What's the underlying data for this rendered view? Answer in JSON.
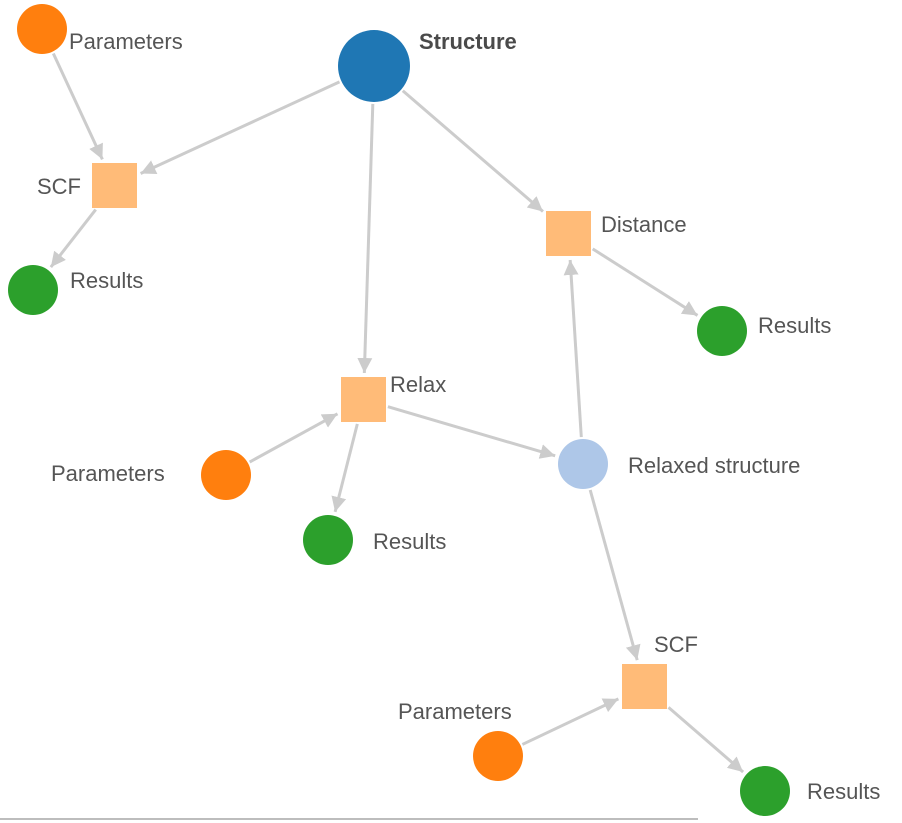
{
  "colors": {
    "structure": "#1f77b4",
    "parameters": "#ff7f0e",
    "process": "#ffbb78",
    "results": "#2ca02c",
    "relaxed_structure": "#aec7e8",
    "edge": "#cccccc",
    "label": "#555555"
  },
  "nodes": {
    "structure": {
      "label": "Structure"
    },
    "params_1": {
      "label": "Parameters"
    },
    "scf_1": {
      "label": "SCF"
    },
    "results_1": {
      "label": "Results"
    },
    "distance": {
      "label": "Distance"
    },
    "results_distance": {
      "label": "Results"
    },
    "relax": {
      "label": "Relax"
    },
    "params_relax": {
      "label": "Parameters"
    },
    "results_relax": {
      "label": "Results"
    },
    "relaxed_structure": {
      "label": "Relaxed structure"
    },
    "scf_2": {
      "label": "SCF"
    },
    "params_2": {
      "label": "Parameters"
    },
    "results_2": {
      "label": "Results"
    }
  },
  "edges": [
    {
      "from": "params_1",
      "to": "scf_1"
    },
    {
      "from": "structure",
      "to": "scf_1"
    },
    {
      "from": "scf_1",
      "to": "results_1"
    },
    {
      "from": "structure",
      "to": "distance"
    },
    {
      "from": "distance",
      "to": "results_distance"
    },
    {
      "from": "structure",
      "to": "relax"
    },
    {
      "from": "params_relax",
      "to": "relax"
    },
    {
      "from": "relax",
      "to": "results_relax"
    },
    {
      "from": "relax",
      "to": "relaxed_structure"
    },
    {
      "from": "relaxed_structure",
      "to": "distance"
    },
    {
      "from": "relaxed_structure",
      "to": "scf_2"
    },
    {
      "from": "params_2",
      "to": "scf_2"
    },
    {
      "from": "scf_2",
      "to": "results_2"
    }
  ]
}
